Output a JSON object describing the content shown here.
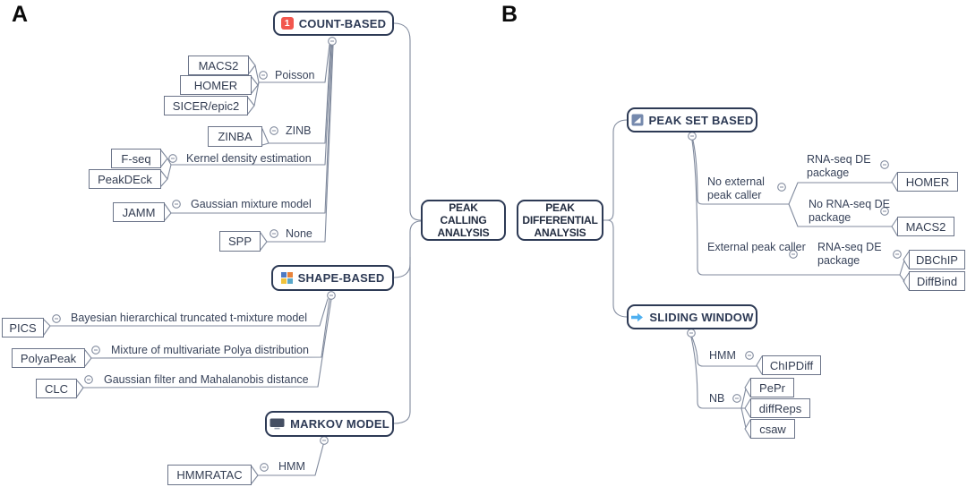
{
  "panel_a": {
    "label": "A",
    "center_node": "PEAK CALLING ANALYSIS",
    "categories": {
      "count_based": {
        "label": "COUNT-BASED",
        "icon": "one-badge-icon",
        "icon_text": "1"
      },
      "shape_based": {
        "label": "SHAPE-BASED",
        "icon": "color-quadrant-icon"
      },
      "markov_model": {
        "label": "MARKOV MODEL",
        "icon": "monitor-icon"
      }
    },
    "branches": {
      "poisson": {
        "label": "Poisson",
        "tools": [
          "MACS2",
          "HOMER",
          "SICER/epic2"
        ]
      },
      "zinb": {
        "label": "ZINB",
        "tools": [
          "ZINBA"
        ]
      },
      "kde": {
        "label": "Kernel density estimation",
        "tools": [
          "F-seq",
          "PeakDEck"
        ]
      },
      "gmm": {
        "label": "Gaussian mixture model",
        "tools": [
          "JAMM"
        ]
      },
      "none": {
        "label": "None",
        "tools": [
          "SPP"
        ]
      },
      "bayesian": {
        "label": "Bayesian hierarchical truncated t-mixture model",
        "tools": [
          "PICS"
        ]
      },
      "polya": {
        "label": "Mixture of multivariate Polya distribution",
        "tools": [
          "PolyaPeak"
        ]
      },
      "gauss_filter": {
        "label": "Gaussian filter and Mahalanobis distance",
        "tools": [
          "CLC"
        ]
      },
      "hmm": {
        "label": "HMM",
        "tools": [
          "HMMRATAC"
        ]
      }
    }
  },
  "panel_b": {
    "label": "B",
    "center_node": "PEAK DIFFERENTIAL ANALYSIS",
    "categories": {
      "peak_set_based": {
        "label": "PEAK SET BASED",
        "icon": "area-chart-icon"
      },
      "sliding_window": {
        "label": "SLIDING WINDOW",
        "icon": "arrow-right-icon"
      }
    },
    "branches": {
      "no_external": {
        "label": "No external peak caller"
      },
      "rnaseq_de_a": {
        "label": "RNA-seq DE package",
        "tools": [
          "HOMER"
        ]
      },
      "no_rnaseq_de": {
        "label": "No RNA-seq DE package",
        "tools": [
          "MACS2"
        ]
      },
      "external": {
        "label": "External peak caller"
      },
      "rnaseq_de_b": {
        "label": "RNA-seq DE package",
        "tools": [
          "DBChIP",
          "DiffBind"
        ]
      },
      "hmm": {
        "label": "HMM",
        "tools": [
          "ChIPDiff"
        ]
      },
      "nb": {
        "label": "NB",
        "tools": [
          "PePr",
          "diffReps",
          "csaw"
        ]
      }
    }
  },
  "colors": {
    "node_border": "#2d3a55",
    "tool_border": "#6b7489",
    "connector": "#808a9d",
    "badge_red": "#f2564e",
    "arrow_blue": "#4fb0f0",
    "chart_icon_blue": "#7589ad",
    "monitor_dark": "#454f63",
    "quad_blue": "#4e7bc4",
    "quad_orange": "#e8833a",
    "quad_yellow": "#f0c33c",
    "quad_teal": "#58a7c9"
  }
}
